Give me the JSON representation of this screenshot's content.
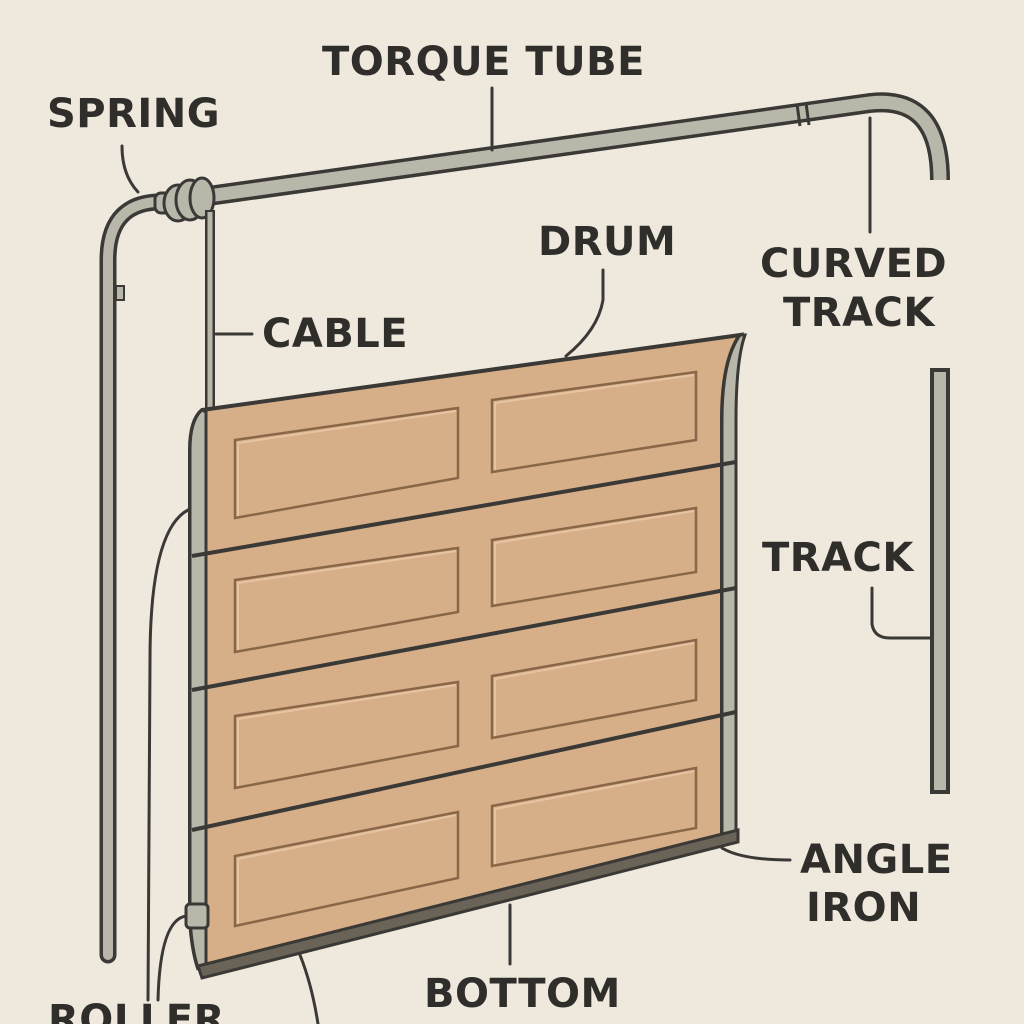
{
  "title": "",
  "labels": {
    "torque_tube": "TORQUE TUBE",
    "spring": "SPRING",
    "drum": "DRUM",
    "curved_track_1": "CURVED",
    "curved_track_2": "TRACK",
    "cable": "CABLE",
    "track": "TRACK",
    "angle_iron_1": "ANGLE",
    "angle_iron_2": "IRON",
    "bottom": "BOTTOM",
    "roller": "ROLLER"
  },
  "colors": {
    "background": "#efe8dd",
    "door_panel": "#d6ae88",
    "metal": "#b9b6aa",
    "outline": "#3a3936",
    "text": "#2f2e2b"
  }
}
